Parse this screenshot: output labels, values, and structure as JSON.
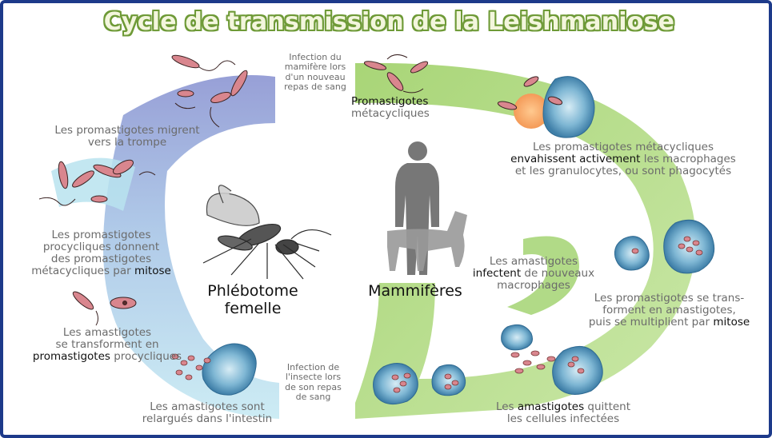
{
  "title": "Cycle de transmission de la Leishmaniose",
  "hosts": {
    "sandfly": [
      "Phlébotome",
      "femelle"
    ],
    "mammals": "Mammifères"
  },
  "labels": {
    "infection_mammal": [
      "Infection du",
      "mamifère lors",
      "d'un nouveau",
      "repas de sang"
    ],
    "promastigotes_meta": {
      "l1": "Promastigotes",
      "l2": "métacycliques"
    },
    "invade": {
      "pre": "Les promastigotes métacycliques",
      "em": "envahissent activement",
      "post": " les macrophages",
      "l3": "et les granulocytes, ou sont phagocytés"
    },
    "migrate": [
      "Les promastigotes migrent",
      "vers la trompe"
    ],
    "procyclic": {
      "l1": "Les promastigotes",
      "l2": "procycliques donnent",
      "l3": "des promastigotes",
      "l4": "métacycliques par ",
      "em": "mitose"
    },
    "amast_infect": {
      "l1": "Les amastigotes",
      "em": "infectent",
      "post": " de nouveaux",
      "l3": "macrophages"
    },
    "transform_mammal": {
      "l1": "Les promastigotes se trans-",
      "l2": "forment en amastigotes,",
      "l3": "puis se multiplient par ",
      "em": "mitose"
    },
    "transform_insect": {
      "l1": "Les amastigotes",
      "l2": "se transforment en",
      "em": "promastigotes",
      "post": " procycliques"
    },
    "infection_insect": [
      "Infection de",
      "l'insecte lors",
      "de son repas",
      "de sang"
    ],
    "released": [
      "Les amastigotes sont",
      "relargués dans l'intestin"
    ],
    "leave": {
      "pre": "Les ",
      "em": "amastigotes",
      "post": " quittent",
      "l2": "les cellules infectées"
    }
  },
  "colors": {
    "border": "#1d3a8a",
    "title_outline": "#6e9a37",
    "insect_arc_top": "#9aa3d9",
    "insect_arc_bottom": "#b9e3ef",
    "mammal_arc": "#b7dd8a",
    "macrophage": "#4d8cb3",
    "parasite": "#d9868e"
  }
}
